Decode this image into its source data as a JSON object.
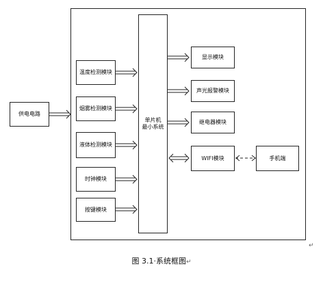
{
  "diagram": {
    "power": "供电电路",
    "mcu": "单片机\n最小系统",
    "inputs": [
      "温度检测模块",
      "烟雾检测模块",
      "液体检测模块",
      "时钟模块",
      "按键模块"
    ],
    "outputs": [
      "显示模块",
      "声光报警模块",
      "继电器模块",
      "WIFI模块"
    ],
    "phone": "手机端"
  },
  "caption": "图 3.1·系统框图",
  "marks": {
    "para_mark": "↵",
    "caption_mark": "↵"
  }
}
